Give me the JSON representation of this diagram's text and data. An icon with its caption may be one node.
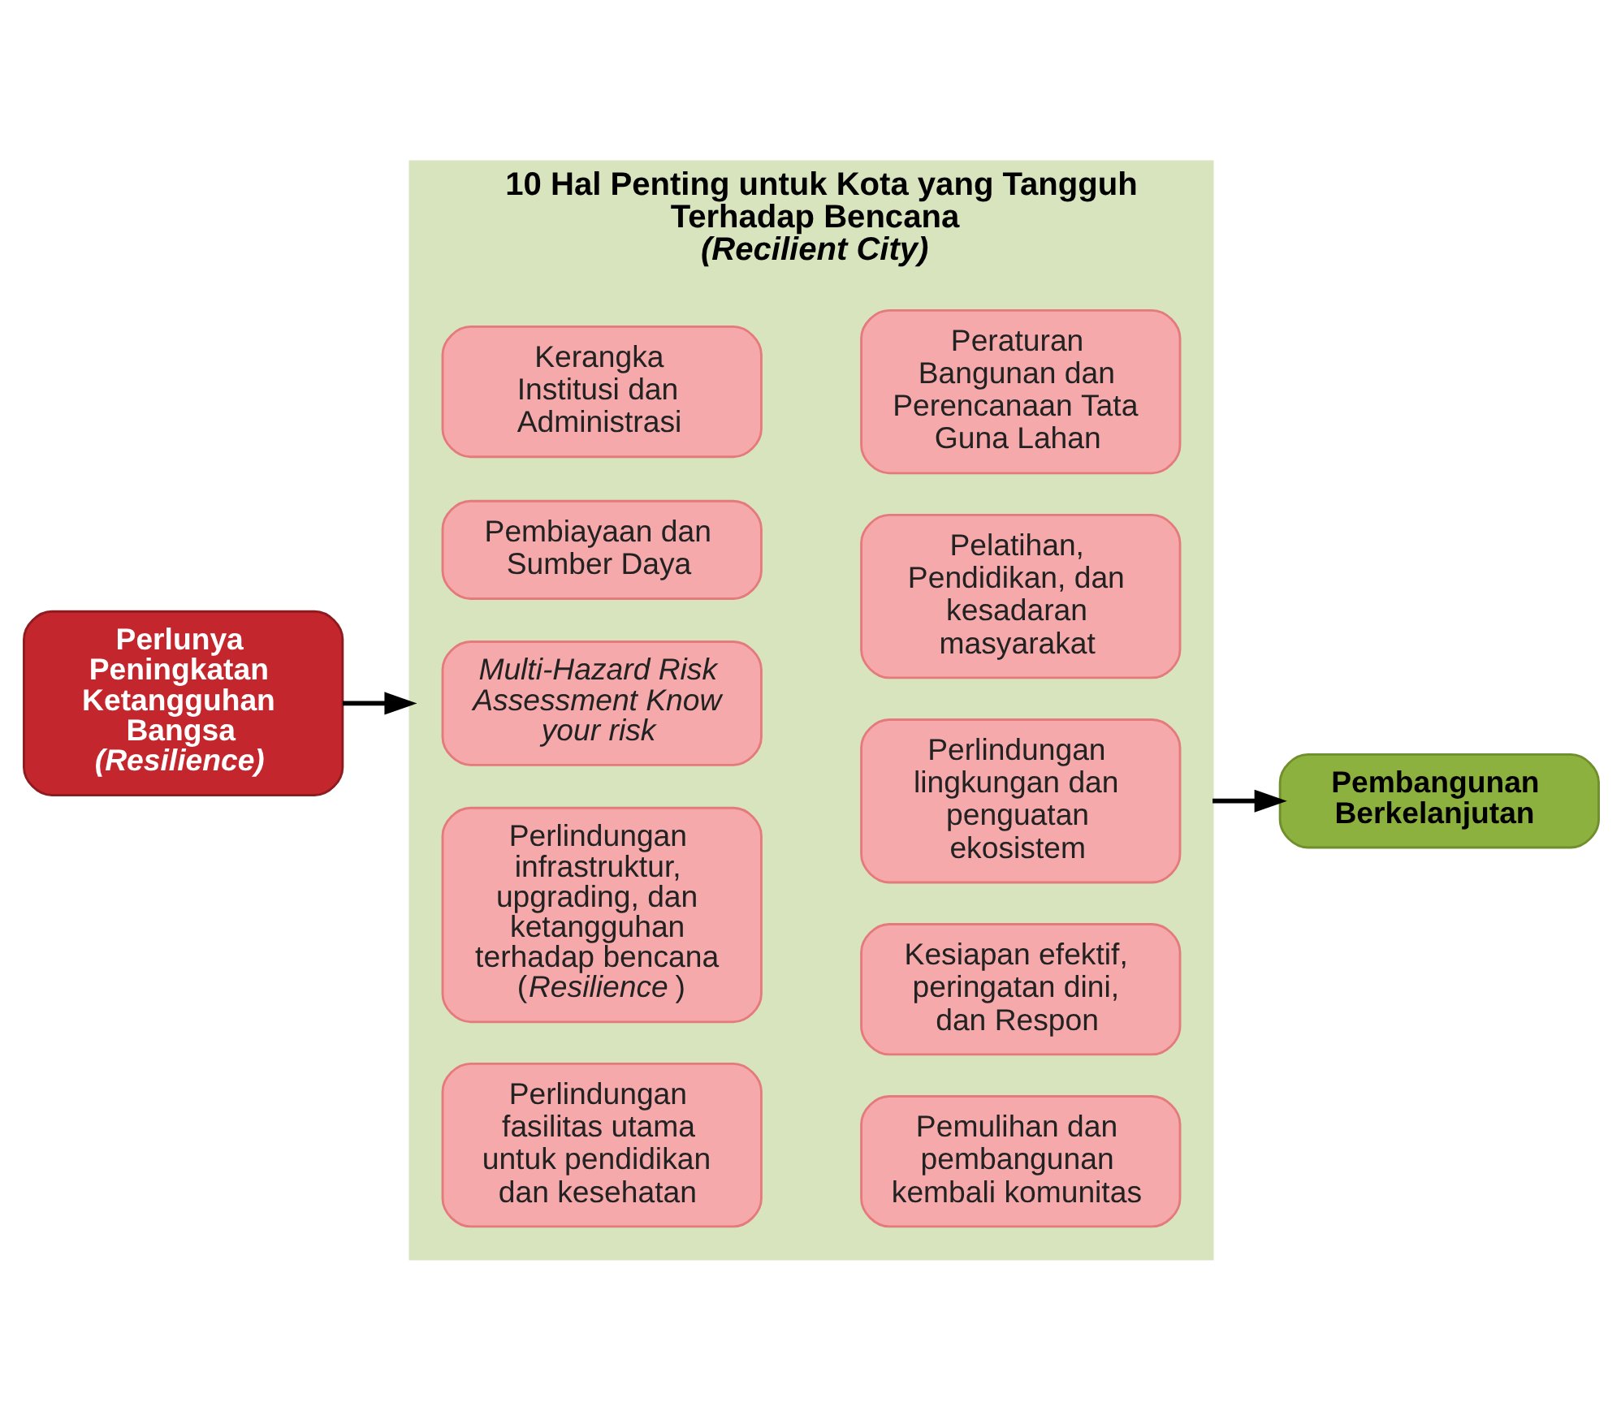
{
  "diagram": {
    "nodes": [
      {
        "text": [
          "Perlunya Peningkatan Ketangguhan Bangsa *(Resilience)*"
        ]
      },
      {
        "text": [
          "10 Hal Penting untuk Kota yang Tangguh Terhadap Bencana *(Recilient City)*"
        ]
      },
      {
        "text": [
          "Kerangka Institusi dan Administrasi"
        ],
        "in": 1
      },
      {
        "text": [
          "Peraturan Bangunan dan Perencanaan Tata Guna Lahan"
        ],
        "in": 1
      },
      {
        "text": [
          "Pembiayaan dan Sumber Daya"
        ],
        "in": 1
      },
      {
        "text": [
          "Pelatihan, Pendidikan, dan kesadaran masyarakat"
        ],
        "in": 1
      },
      {
        "text": [
          "Multi-Hazard Risk Assessment Know your risk"
        ],
        "in": 1
      },
      {
        "text": [
          "Perlindungan lingkungan dan penguatan ekosistem"
        ],
        "in": 1
      },
      {
        "text": [
          "Perlindungan infrastruktur, upgrading, dan ketangguhan terhadap bencana (*Resilience*)"
        ],
        "in": 1
      },
      {
        "text": [
          "Kesiapan efektif, peringatan dini, dan Respon"
        ],
        "in": 1
      },
      {
        "text": [
          "Perlindungan fasilitas utama untuk pendidikan dan kesehatan"
        ],
        "in": 1
      },
      {
        "text": [
          "Pemulihan dan pembangunan kembali komunitas"
        ],
        "in": 1
      },
      {
        "text": [
          "Pembangunan Berkelanjutan"
        ]
      }
    ],
    "edges": [
      {
        "from": 0,
        "to": 1,
        "arrow": "to"
      },
      {
        "from": 1,
        "to": 12,
        "arrow": "to"
      }
    ]
  }
}
